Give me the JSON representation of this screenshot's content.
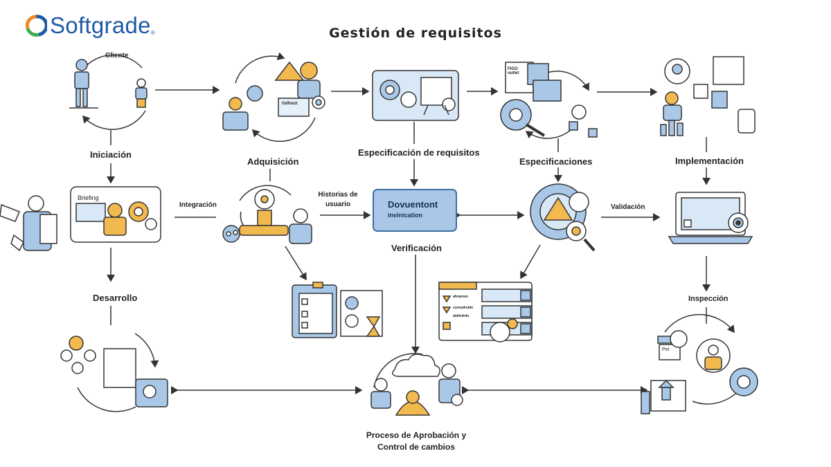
{
  "header": {
    "logo_name": "Softgrade",
    "logo_mark": "®",
    "title": "Gestión de requisitos"
  },
  "labels": {
    "cliente": "Cliente",
    "iniciacion": "Iniciación",
    "adquisicion": "Adquisición",
    "especificacion_requisitos": "Especificación de requisitos",
    "especificaciones": "Especificaciones",
    "implementacion": "Implementación",
    "integracion": "Integración",
    "historias_1": "Historias de",
    "historias_2": "usuario",
    "validacion": "Validación",
    "verificacion": "Verificación",
    "desarrollo": "Desarrollo",
    "inspeccion": "Inspección",
    "proceso_1": "Proceso de Aprobación y",
    "proceso_2": "Control de cambios"
  },
  "center_box": {
    "line1": "Dovuentont",
    "line2": "invinication"
  },
  "illustration_text": {
    "briefing": "Briefing",
    "defdepot": "Gdfnnzt",
    "note": "FIGO outlet",
    "pet": "Pet",
    "check_items": [
      "ahraenes",
      "curoudrulde",
      "dahlrdrdu"
    ]
  },
  "colors": {
    "accent_blue": "#a9c8e8",
    "dark_blue": "#3e6e9e",
    "accent_orange": "#f2b94f",
    "line": "#333333"
  }
}
